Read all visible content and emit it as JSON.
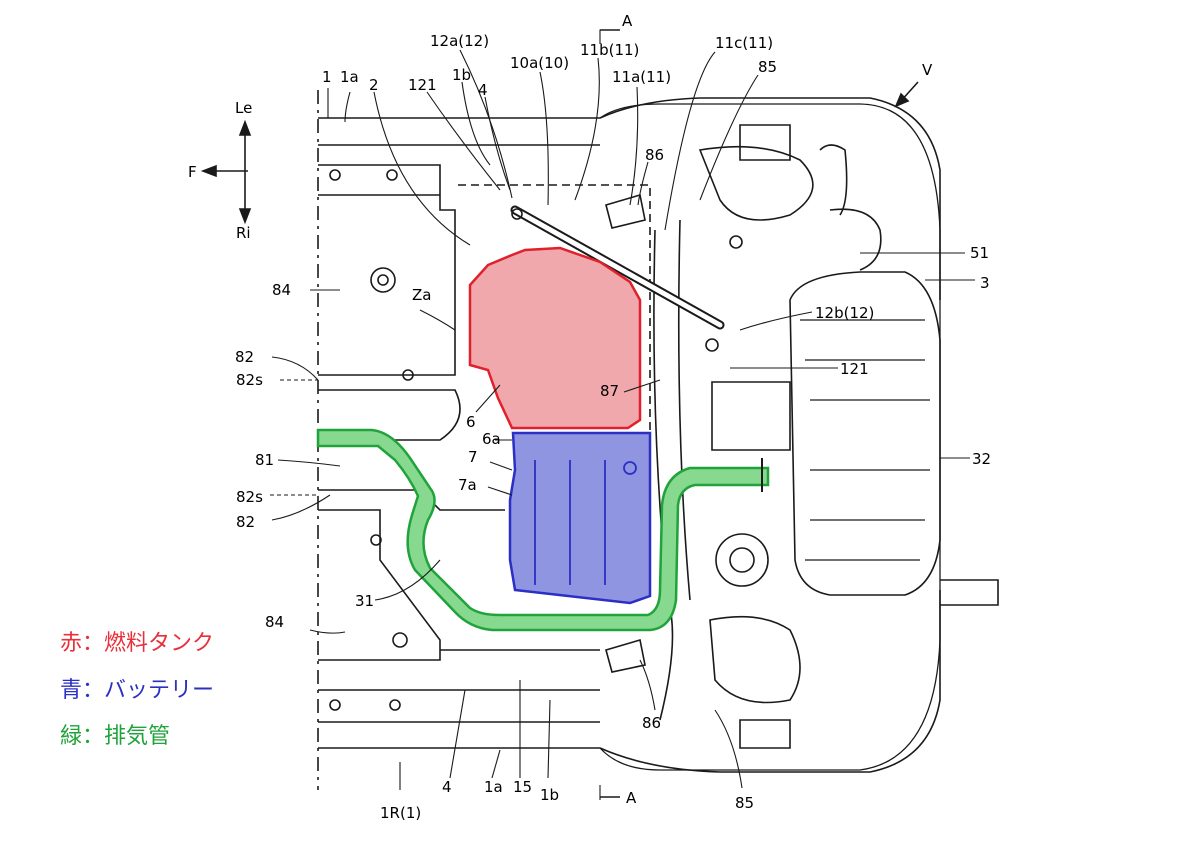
{
  "colors": {
    "line": "#1a1a1a",
    "fuel_tank_fill": "#f0a8ac",
    "fuel_tank_stroke": "#e0202a",
    "battery_fill": "#8f95e0",
    "battery_stroke": "#2b2fc4",
    "exhaust_fill": "#86d98e",
    "exhaust_stroke": "#1fa33a",
    "legend_red": "#e8303a",
    "legend_blue": "#2b2fc4",
    "legend_green": "#1fa33a"
  },
  "legend": {
    "red": "赤：燃料タンク",
    "blue": "青：バッテリー",
    "green": "緑：排気管"
  },
  "direction": {
    "le": "Le",
    "f": "F",
    "ri": "Ri",
    "v": "V"
  },
  "labels": {
    "l1": "1",
    "l1a_top": "1a",
    "l2": "2",
    "l121_top": "121",
    "l1b_top": "1b",
    "l4_top": "4",
    "l12a": "12a(12)",
    "l10a": "10a(10)",
    "l11b": "11b(11)",
    "l11a": "11a(11)",
    "l11c": "11c(11)",
    "l85_top": "85",
    "lA_top": "A",
    "l86_top": "86",
    "l51": "51",
    "l3": "3",
    "l12b": "12b(12)",
    "l121_right": "121",
    "l84_top": "84",
    "lZa": "Za",
    "l82_top": "82",
    "l82s_top": "82s",
    "l6": "6",
    "l87": "87",
    "l6a": "6a",
    "l7": "7",
    "l7a": "7a",
    "l81": "81",
    "l82s_bot": "82s",
    "l82_bot": "82",
    "l32": "32",
    "l31": "31",
    "l84_bot": "84",
    "l86_bot": "86",
    "l85_bot": "85",
    "l1R": "1R(1)",
    "l4_bot": "4",
    "l1a_bot": "1a",
    "l15": "15",
    "l1b_bot": "1b",
    "lA_bot": "A"
  }
}
